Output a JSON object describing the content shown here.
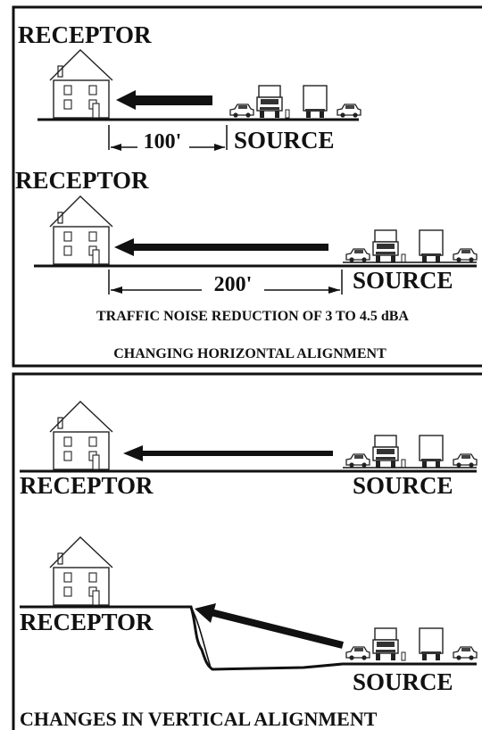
{
  "top_panel": {
    "scenario_a": {
      "receptor_label": "RECEPTOR",
      "source_label": "SOURCE",
      "distance_label": "100'"
    },
    "scenario_b": {
      "receptor_label": "RECEPTOR",
      "source_label": "SOURCE",
      "distance_label": "200'"
    },
    "reduction_caption": "TRAFFIC NOISE REDUCTION OF 3 TO 4.5 dBA",
    "title": "CHANGING HORIZONTAL ALIGNMENT"
  },
  "bottom_panel": {
    "scenario_c": {
      "receptor_label": "RECEPTOR",
      "source_label": "SOURCE"
    },
    "scenario_d": {
      "receptor_label": "RECEPTOR",
      "source_label": "SOURCE"
    },
    "title": "CHANGES IN VERTICAL ALIGNMENT"
  }
}
